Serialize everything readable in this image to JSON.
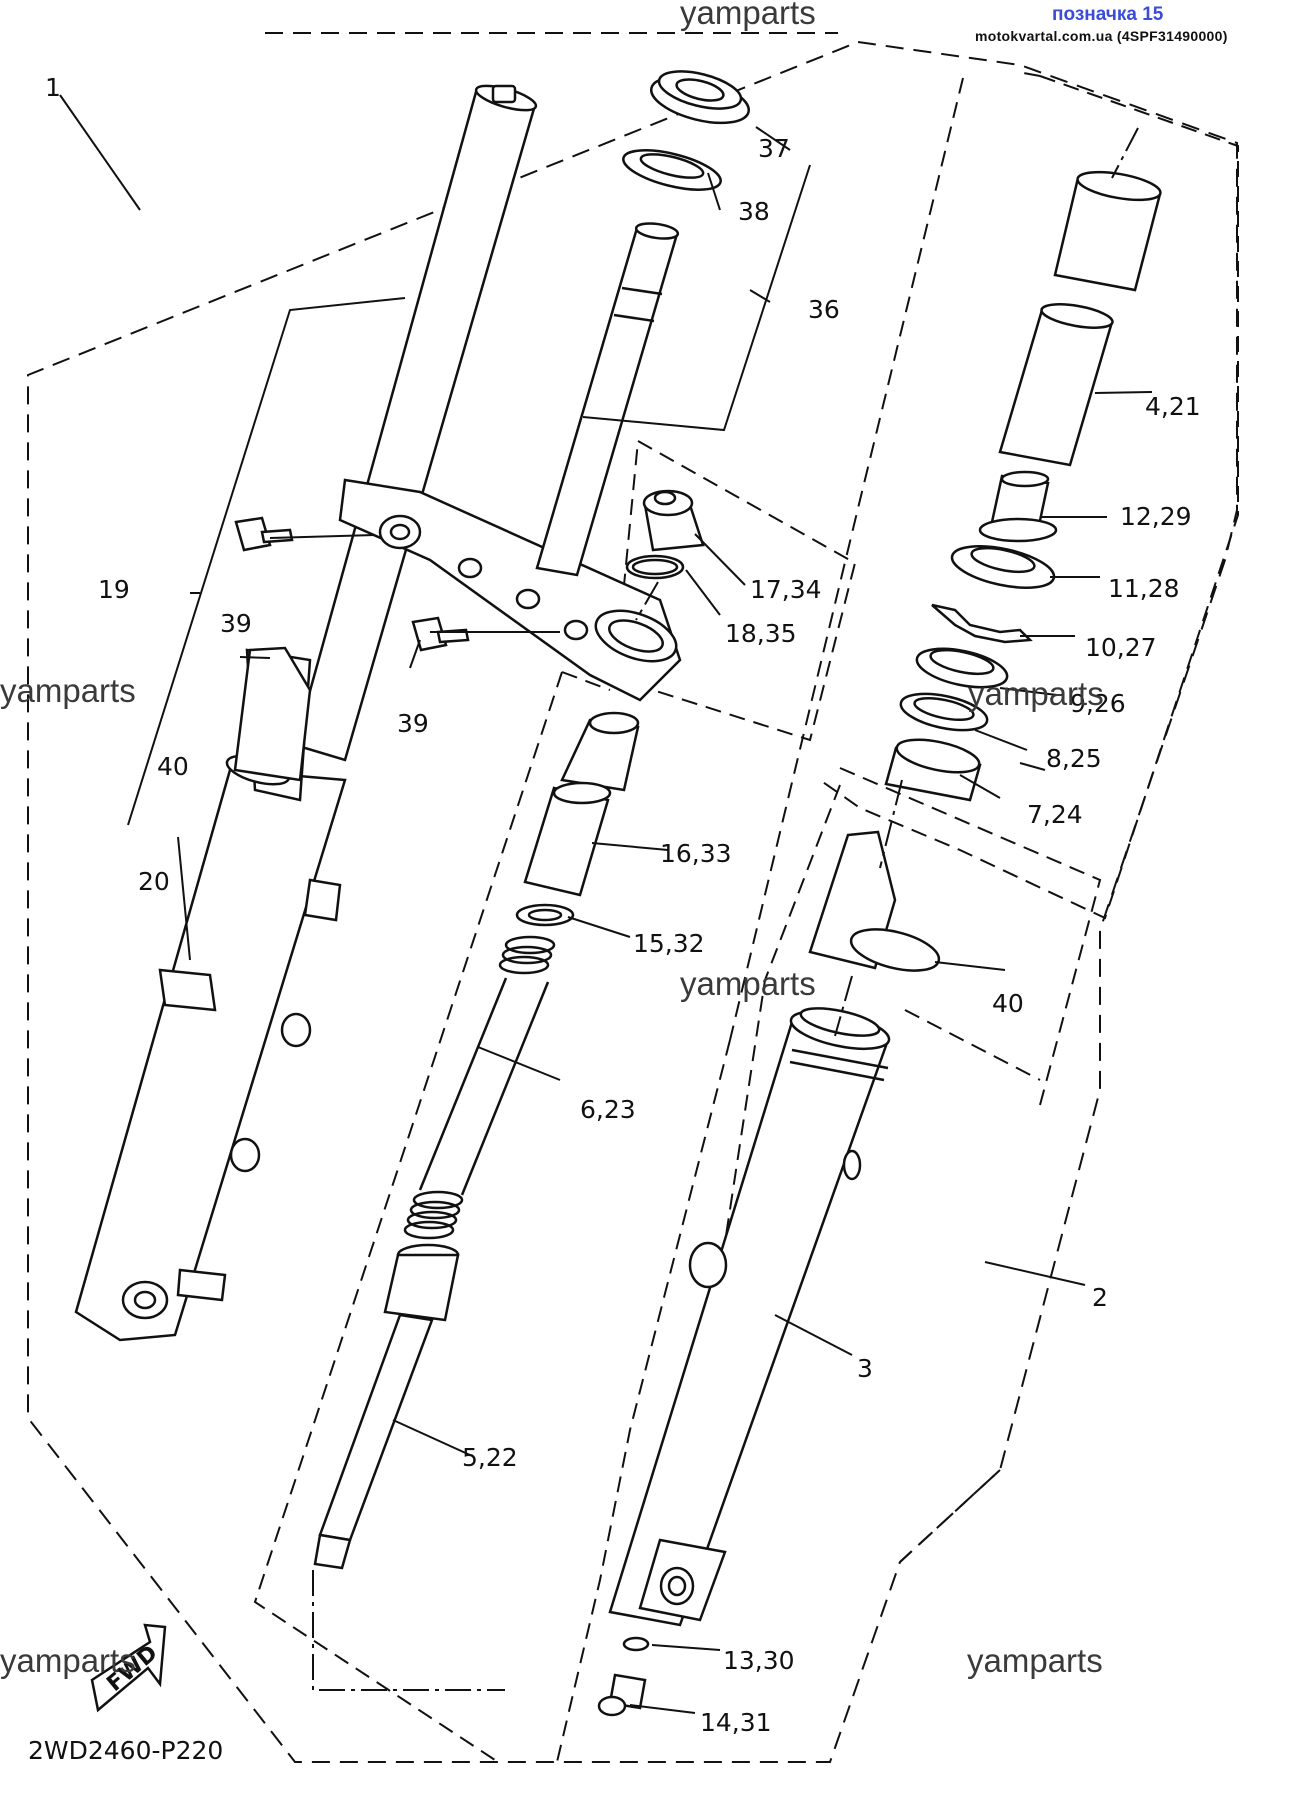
{
  "header": {
    "watermark_top": "yamparts",
    "poznachka": "позначка 15",
    "source": "motokvartal.com.ua (4SPF31490000)"
  },
  "watermarks": [
    "yamparts",
    "yamparts",
    "yamparts",
    "yamparts"
  ],
  "footer": {
    "drawing_code": "2WD2460-P220",
    "fwd_label": "FWD"
  },
  "callouts": [
    "1",
    "2",
    "3",
    "4,21",
    "5,22",
    "6,23",
    "7,24",
    "8,25",
    "9,26",
    "10,27",
    "11,28",
    "12,29",
    "13,30",
    "14,31",
    "15,32",
    "16,33",
    "17,34",
    "18,35",
    "19",
    "20",
    "36",
    "37",
    "38",
    "39",
    "39",
    "40",
    "40"
  ],
  "colors": {
    "line": "#111111",
    "watermark": "#3a3a3a",
    "poznachka": "#3a4cd8"
  }
}
